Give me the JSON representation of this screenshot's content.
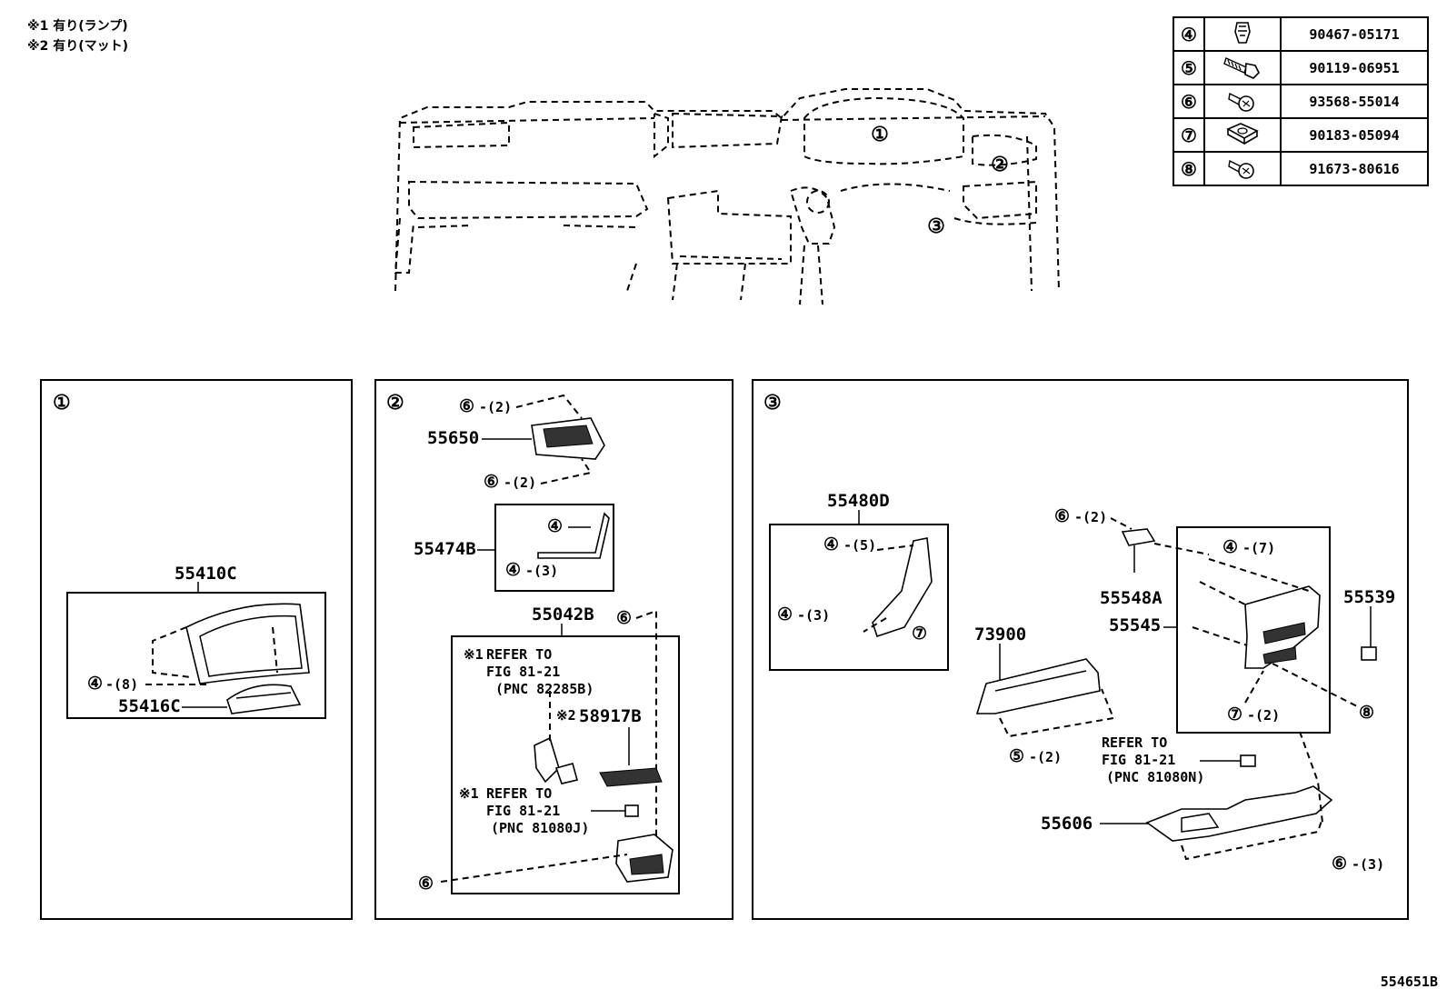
{
  "notes": [
    "※1 有り(ランプ)",
    "※2 有り(マット)"
  ],
  "figure_code": "554651B",
  "fastener_table": [
    {
      "ref": "④",
      "part_no": "90467-05171",
      "icon": "clip-icon"
    },
    {
      "ref": "⑤",
      "part_no": "90119-06951",
      "icon": "bolt-icon"
    },
    {
      "ref": "⑥",
      "part_no": "93568-55014",
      "icon": "screw-icon"
    },
    {
      "ref": "⑦",
      "part_no": "90183-05094",
      "icon": "nut-icon"
    },
    {
      "ref": "⑧",
      "part_no": "91673-80616",
      "icon": "screw-icon"
    }
  ],
  "overview_callouts": [
    "①",
    "②",
    "③"
  ],
  "section1": {
    "num": "①",
    "pn_55410c": "55410C",
    "pn_55416c": "55416C",
    "fastener4": "④",
    "qty4": "-(8)"
  },
  "section2": {
    "num": "②",
    "pn_55650": "55650",
    "pn_55474b": "55474B",
    "pn_55042b": "55042B",
    "pn_58917b": "58917B",
    "note_mark1": "※1",
    "note_mark2": "※2",
    "mark6": "⑥",
    "mark4": "④",
    "qty2": "-(2)",
    "qty3": "-(3)",
    "ref_a": [
      "REFER TO",
      "FIG 81-21",
      "(PNC 82285B)"
    ],
    "ref_b": [
      "REFER TO",
      "FIG 81-21",
      "(PNC 81080J)"
    ]
  },
  "section3": {
    "num": "③",
    "pn_55480d": "55480D",
    "pn_73900": "73900",
    "pn_55548a": "55548A",
    "pn_55545": "55545",
    "pn_55539": "55539",
    "pn_55606": "55606",
    "mark4": "④",
    "mark5": "⑤",
    "mark6": "⑥",
    "mark7": "⑦",
    "mark8": "⑧",
    "qty5": "-(5)",
    "qty3": "-(3)",
    "qty2": "-(2)",
    "qty7": "-(7)",
    "ref_c": [
      "REFER TO",
      "FIG 81-21",
      "(PNC 81080N)"
    ]
  }
}
